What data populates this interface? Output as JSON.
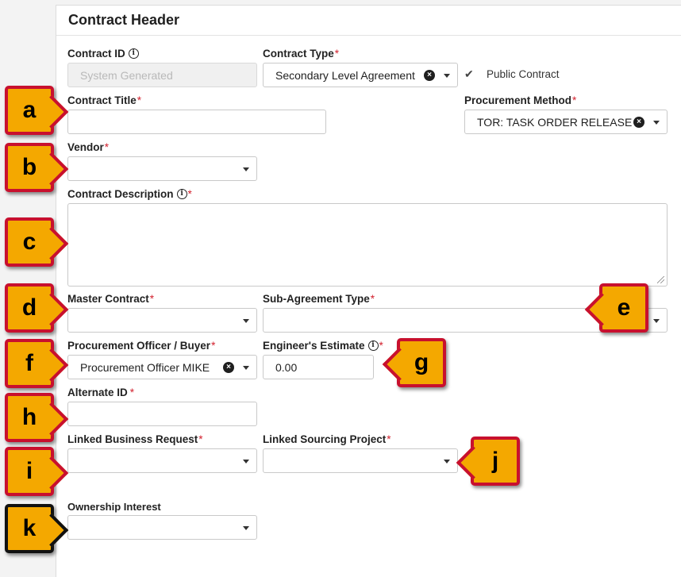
{
  "section": {
    "title": "Contract Header"
  },
  "fields": {
    "contract_id": {
      "label": "Contract ID",
      "value": "System Generated"
    },
    "contract_type": {
      "label": "Contract Type",
      "value": "Secondary Level Agreement"
    },
    "public_contract": {
      "label": "Public Contract",
      "checked": true
    },
    "contract_title": {
      "label": "Contract Title",
      "value": ""
    },
    "procurement_method": {
      "label": "Procurement Method",
      "value": "TOR: TASK ORDER RELEASE"
    },
    "vendor": {
      "label": "Vendor",
      "value": ""
    },
    "contract_description": {
      "label": "Contract Description",
      "value": ""
    },
    "master_contract": {
      "label": "Master Contract",
      "value": ""
    },
    "sub_agreement_type": {
      "label": "Sub-Agreement Type",
      "value": ""
    },
    "procurement_officer": {
      "label": "Procurement Officer / Buyer",
      "value": "Procurement Officer MIKE"
    },
    "engineers_estimate": {
      "label": "Engineer's Estimate",
      "value": "0.00"
    },
    "alternate_id": {
      "label": "Alternate ID",
      "value": ""
    },
    "linked_business_request": {
      "label": "Linked Business Request",
      "value": ""
    },
    "linked_sourcing_project": {
      "label": "Linked Sourcing Project",
      "value": ""
    },
    "ownership_interest": {
      "label": "Ownership Interest",
      "value": ""
    }
  },
  "required_marker": "*",
  "info_glyph": "i",
  "clear_glyph": "×",
  "check_glyph": "✔",
  "callouts": [
    "a",
    "b",
    "c",
    "d",
    "e",
    "f",
    "g",
    "h",
    "i",
    "j",
    "k"
  ],
  "colors": {
    "callout_fill": "#f4a800",
    "callout_border": "#c8102e",
    "callout_border_k": "#111111",
    "required": "#d21f2c"
  }
}
